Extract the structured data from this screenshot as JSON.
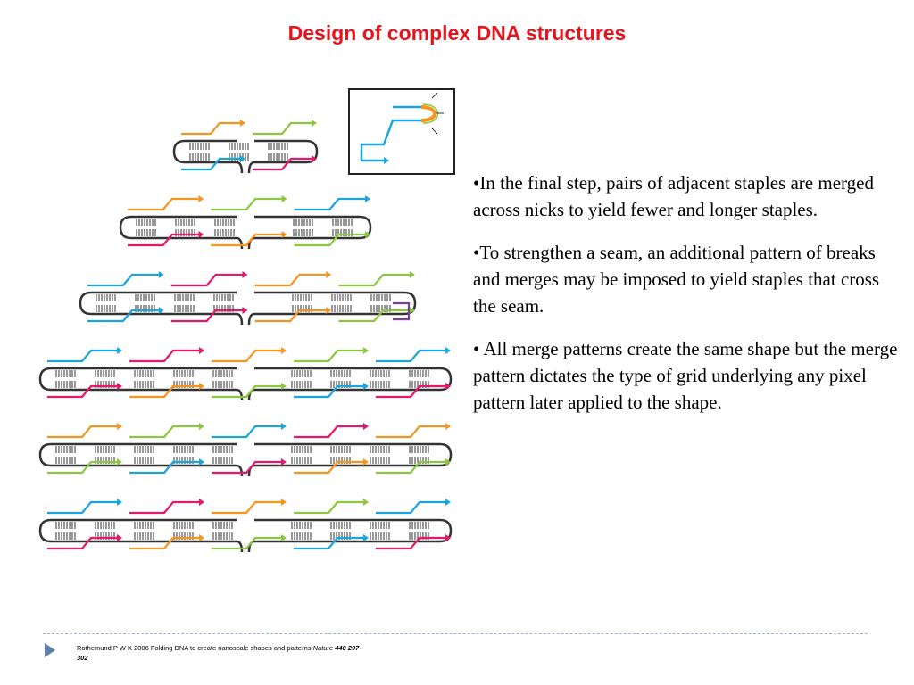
{
  "title": "Design of complex DNA structures",
  "bullets": [
    "•In the final step, pairs of adjacent staples are merged across nicks to yield fewer and longer staples.",
    "•To strengthen a seam, an additional pattern of breaks and merges may be imposed to yield staples that cross the seam.",
    "• All merge patterns create the same shape but the merge pattern dictates the type of grid underlying any pixel pattern later applied to the shape."
  ],
  "citation": {
    "authors_text": "Rothemund P W K 2006 Folding DNA to create nanoscale shapes and patterns ",
    "journal": "Nature",
    "ref_line1": " 440 297–",
    "ref_line2": "302"
  },
  "colors": {
    "title": "#e8141c",
    "scaffold": "#333333",
    "orange": "#f7941d",
    "green": "#8dc63f",
    "blue": "#1ba4df",
    "pink": "#e6186d",
    "purple": "#7b3f9e",
    "bullet_box_border": "#222222",
    "footer_arrow": "#5f7fa7"
  },
  "icons": {
    "footer_marker": "triangle-right-icon"
  }
}
